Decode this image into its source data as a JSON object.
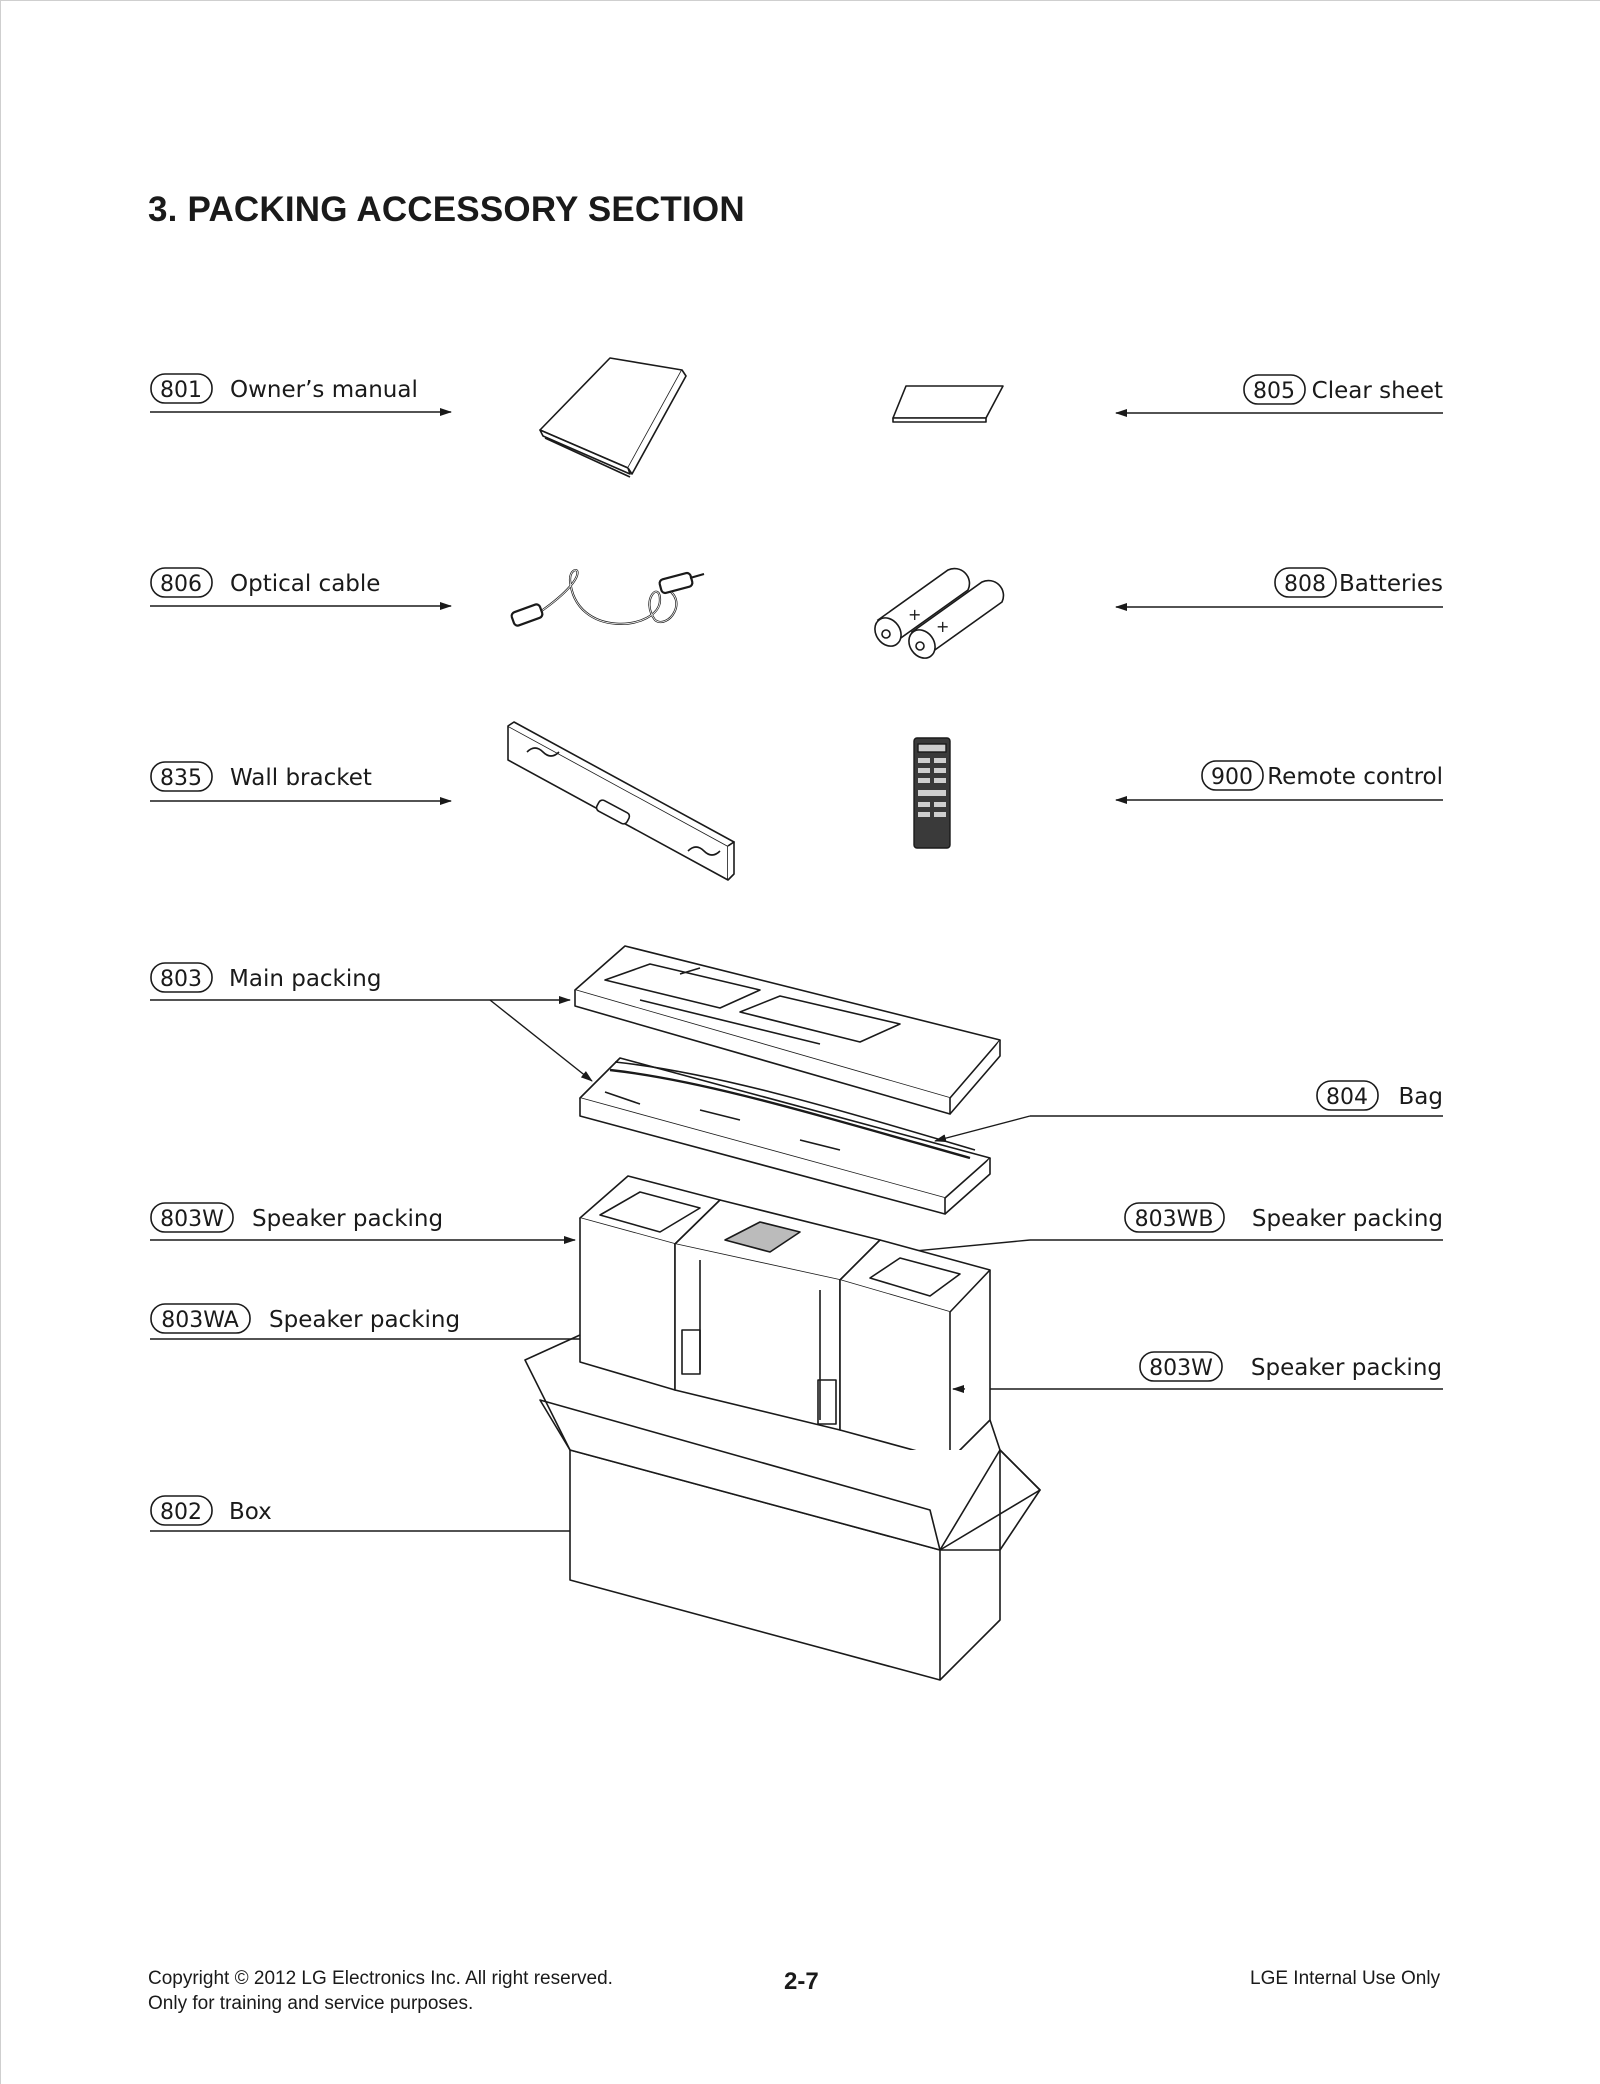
{
  "page": {
    "title": "3. PACKING ACCESSORY SECTION",
    "page_number": "2-7"
  },
  "callouts": [
    {
      "code": "801",
      "label": "Owner’s manual"
    },
    {
      "code": "805",
      "label": "Clear sheet"
    },
    {
      "code": "806",
      "label": "Optical cable"
    },
    {
      "code": "808",
      "label": "Batteries"
    },
    {
      "code": "835",
      "label": "Wall bracket"
    },
    {
      "code": "900",
      "label": "Remote control"
    },
    {
      "code": "803",
      "label": "Main packing"
    },
    {
      "code": "804",
      "label": "Bag"
    },
    {
      "code": "803W",
      "label": "Speaker packing"
    },
    {
      "code": "803WB",
      "label": "Speaker packing"
    },
    {
      "code": "803WA",
      "label": "Speaker packing"
    },
    {
      "code": "803W",
      "label": "Speaker packing"
    },
    {
      "code": "802",
      "label": "Box"
    }
  ],
  "footer": {
    "copyright": "Copyright © 2012 LG Electronics Inc. All right reserved.",
    "purpose": "Only for training and service purposes.",
    "internal": "LGE Internal Use Only"
  }
}
